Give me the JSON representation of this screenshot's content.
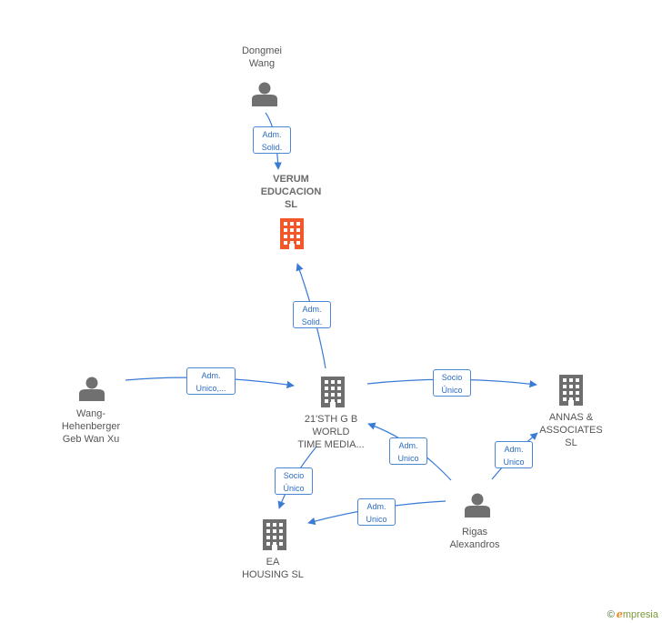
{
  "colors": {
    "edge": "#3a7bd5",
    "person_icon": "#707070",
    "company_icon": "#6e6e6e",
    "focus_company_icon": "#f0582a"
  },
  "nodes": [
    {
      "id": "dongmei",
      "kind": "person-icon",
      "lines": [
        "Dongmei",
        "Wang"
      ],
      "label_pos": "above"
    },
    {
      "id": "verum",
      "kind": "building-icon",
      "focus": true,
      "lines": [
        "VERUM",
        "EDUCACION",
        "SL"
      ],
      "label_pos": "above"
    },
    {
      "id": "wang",
      "kind": "person-icon",
      "lines": [
        "Wang-",
        "Hehenberger",
        "Geb Wan Xu"
      ],
      "label_pos": "below"
    },
    {
      "id": "sth",
      "kind": "building-icon",
      "lines": [
        "21'STH G B",
        "WORLD",
        "TIME MEDIA..."
      ],
      "label_pos": "below"
    },
    {
      "id": "annas",
      "kind": "building-icon",
      "lines": [
        "ANNAS &",
        "ASSOCIATES",
        "SL"
      ],
      "label_pos": "below"
    },
    {
      "id": "rigas",
      "kind": "person-icon",
      "lines": [
        "Rigas",
        "Alexandros"
      ],
      "label_pos": "below"
    },
    {
      "id": "ea",
      "kind": "building-icon",
      "lines": [
        "EA",
        "HOUSING  SL"
      ],
      "label_pos": "below"
    }
  ],
  "edges": [
    {
      "id": "dongmei-verum",
      "lines": [
        "Adm.",
        "Solid."
      ]
    },
    {
      "id": "sth-verum",
      "lines": [
        "Adm.",
        "Solid."
      ]
    },
    {
      "id": "wang-sth",
      "lines": [
        "Adm.",
        "Unico,..."
      ]
    },
    {
      "id": "sth-annas",
      "lines": [
        "Socio",
        "Único"
      ]
    },
    {
      "id": "rigas-sth",
      "lines": [
        "Adm.",
        "Unico"
      ]
    },
    {
      "id": "rigas-annas",
      "lines": [
        "Adm.",
        "Unico"
      ]
    },
    {
      "id": "sth-ea",
      "lines": [
        "Socio",
        "Único"
      ]
    },
    {
      "id": "rigas-ea",
      "lines": [
        "Adm.",
        "Unico"
      ]
    }
  ],
  "brand": {
    "copyright": "©",
    "e": "e",
    "name": "mpresia"
  }
}
